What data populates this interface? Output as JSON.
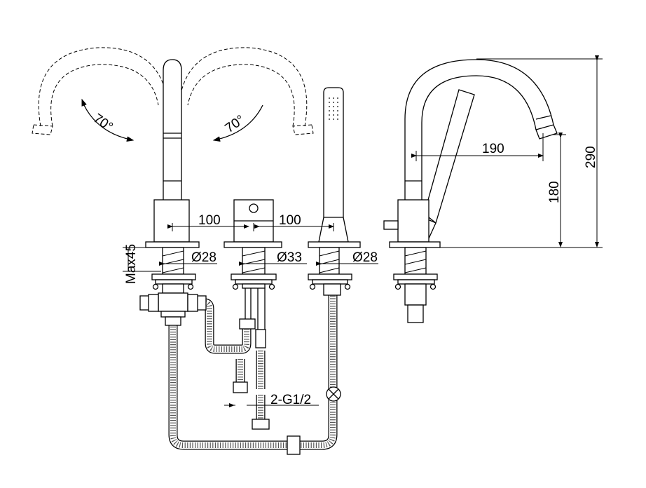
{
  "labels": {
    "angle_left": "70°",
    "angle_right": "70°",
    "spacing_left": "100",
    "spacing_right": "100",
    "dia_spout": "Ø28",
    "dia_handle": "Ø33",
    "dia_shower": "Ø28",
    "max_thickness": "Max45",
    "reach": "190",
    "spout_height": "180",
    "total_height": "290",
    "connection": "2-G1/2"
  }
}
